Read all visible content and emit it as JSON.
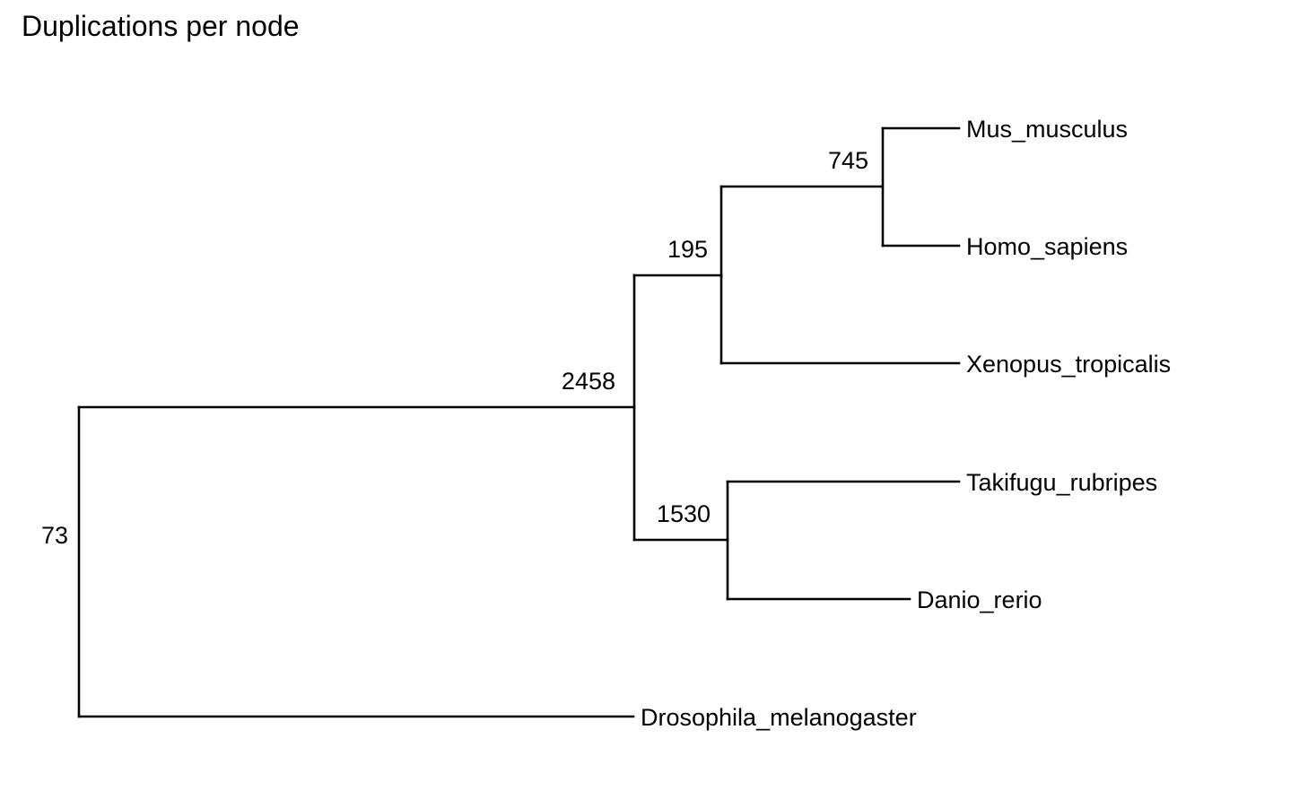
{
  "title": "Duplications per node",
  "colors": {
    "branch": "#000000",
    "text": "#000000",
    "background": "#ffffff"
  },
  "tree": {
    "leaves": [
      {
        "id": "mus",
        "label": "Mus_musculus"
      },
      {
        "id": "homo",
        "label": "Homo_sapiens"
      },
      {
        "id": "xenopus",
        "label": "Xenopus_tropicalis"
      },
      {
        "id": "takifugu",
        "label": "Takifugu_rubripes"
      },
      {
        "id": "danio",
        "label": "Danio_rerio"
      },
      {
        "id": "drosophila",
        "label": "Drosophila_melanogaster"
      }
    ],
    "internal_nodes": [
      {
        "id": "n745",
        "label": "745",
        "children": [
          "mus",
          "homo"
        ]
      },
      {
        "id": "n195",
        "label": "195",
        "children": [
          "n745",
          "xenopus"
        ]
      },
      {
        "id": "n1530",
        "label": "1530",
        "children": [
          "takifugu",
          "danio"
        ]
      },
      {
        "id": "n2458",
        "label": "2458",
        "children": [
          "n195",
          "n1530"
        ]
      },
      {
        "id": "n73",
        "label": "73",
        "children": [
          "n2458",
          "drosophila"
        ]
      }
    ]
  }
}
